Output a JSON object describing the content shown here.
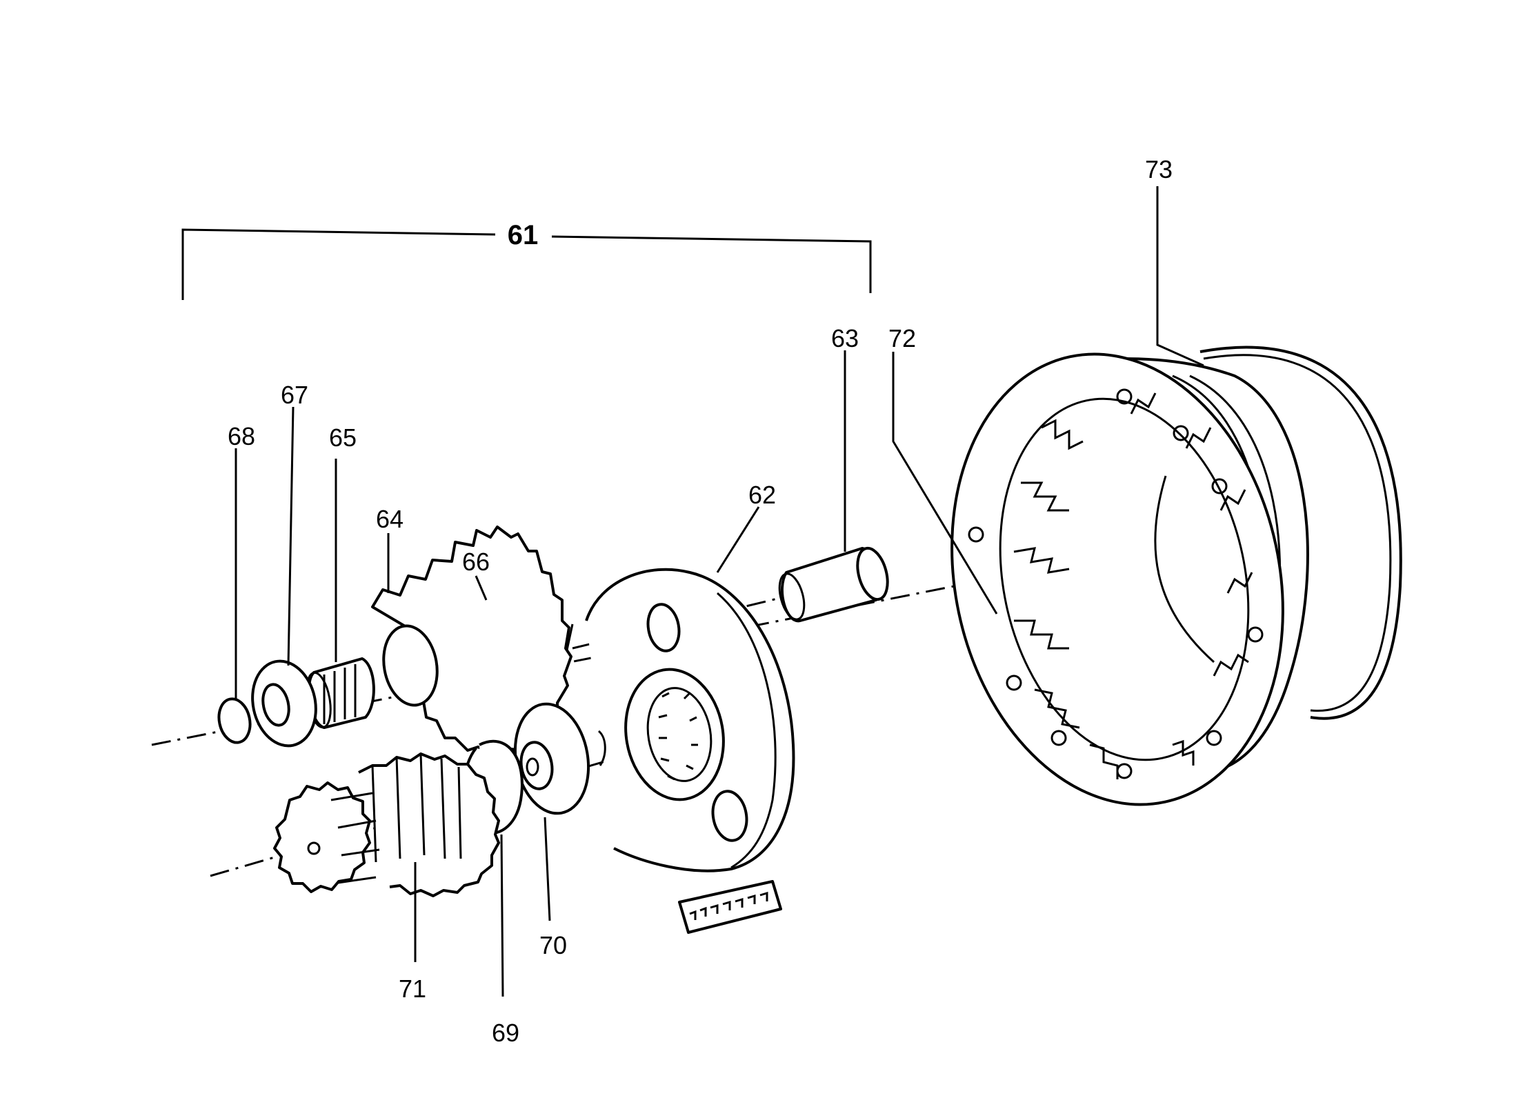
{
  "diagram": {
    "callouts": {
      "c61": "61",
      "c62": "62",
      "c63": "63",
      "c64": "64",
      "c65": "65",
      "c66": "66",
      "c67": "67",
      "c68": "68",
      "c69": "69",
      "c70": "70",
      "c71": "71",
      "c72": "72",
      "c73": "73"
    },
    "line_color": "#000000",
    "background": "#ffffff"
  }
}
